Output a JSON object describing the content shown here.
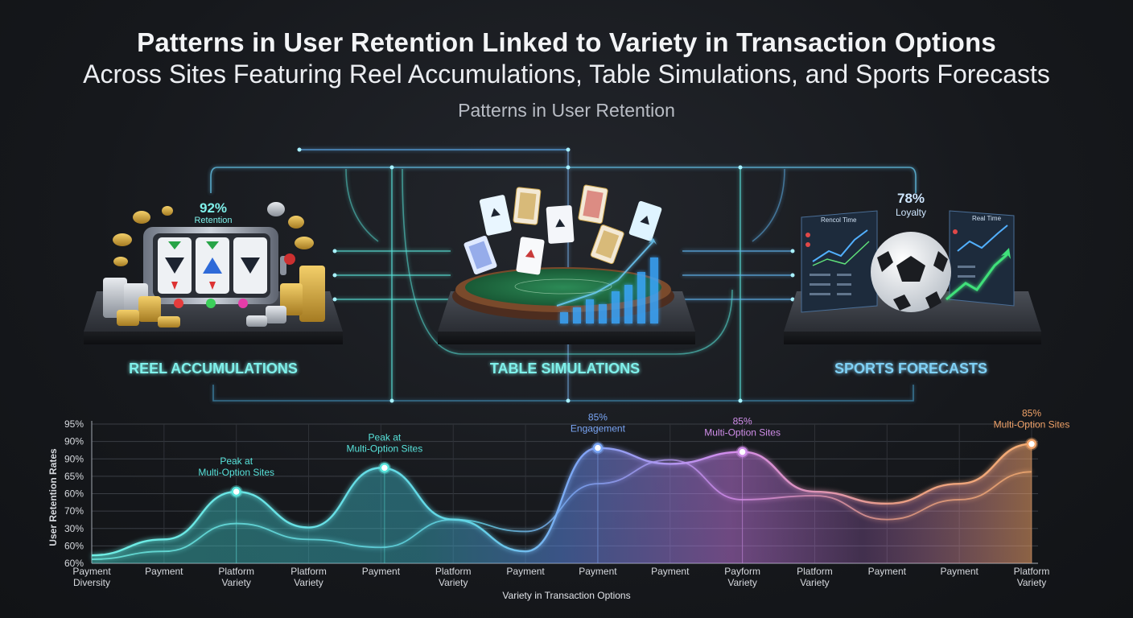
{
  "header": {
    "title": "Patterns in User Retention Linked to Variety in Transaction Options",
    "subtitle": "Across Sites Featuring Reel Accumulations, Table Simulations, and Sports Forecasts",
    "heading": "Patterns in User Retention"
  },
  "categories": [
    {
      "label": "REEL ACCUMULATIONS",
      "stat_value": "92%",
      "stat_label": "Retention",
      "icon": "slot-machine-icon",
      "color": "#7ff0ea"
    },
    {
      "label": "TABLE SIMULATIONS",
      "stat_value": "",
      "stat_label": "",
      "icon": "card-table-icon",
      "color": "#7ff0ea"
    },
    {
      "label": "SPORTS FORECASTS",
      "stat_value": "78%",
      "stat_label": "Loyalty",
      "icon": "soccer-ball-icon",
      "color": "#7fd0f5",
      "panel_titles": [
        "Rencol Time",
        "Real Time"
      ]
    }
  ],
  "colors": {
    "teal": "#58e3db",
    "cyan_glow": "#3fd6e6",
    "blue": "#5f8ff0",
    "purple": "#c77ae6",
    "orange": "#f0a268",
    "axis_text": "#d6d9de"
  },
  "chart_data": {
    "type": "area",
    "ylabel": "User Retention Rates",
    "xlabel": "Variety in Transaction Options",
    "y_tick_labels": [
      "95%",
      "90%",
      "90%",
      "65%",
      "60%",
      "70%",
      "30%",
      "60%",
      "60%"
    ],
    "x_tick_labels": [
      "Payment\nDiversity",
      "Payment",
      "Platform\nVariety",
      "Platform\nVariety",
      "Payment",
      "Platform\nVariety",
      "Payment",
      "Payment",
      "Payment",
      "Payform\nVariety",
      "Platform\nVariety",
      "Payment",
      "Payment",
      "Platform\nVariety"
    ],
    "x": [
      0,
      1,
      2,
      3,
      4,
      5,
      6,
      7,
      8,
      9,
      10,
      11,
      12,
      13
    ],
    "series": [
      {
        "values": [
          62,
          66,
          78,
          69,
          84,
          71,
          63,
          89,
          85,
          88,
          78,
          75,
          80,
          90
        ]
      },
      {
        "values": [
          61,
          63,
          70,
          66,
          64,
          71,
          68,
          80,
          86,
          76,
          77,
          71,
          76,
          83
        ]
      }
    ],
    "annotations": [
      {
        "x": 2,
        "y": 78,
        "text": "Peak at\nMulti-Option Sites",
        "color": "#58e3db"
      },
      {
        "x": 4.05,
        "y": 84,
        "text": "Peak at\nMulti-Option Sites",
        "color": "#58e3db"
      },
      {
        "x": 7,
        "y": 89,
        "text": "85%\nEngagement",
        "color": "#7aa6f5"
      },
      {
        "x": 9,
        "y": 88,
        "text": "85%\nMulti-Option Sites",
        "color": "#d08ee9"
      },
      {
        "x": 13,
        "y": 90,
        "text": "85%\nMulti-Option Sites",
        "color": "#f0a268"
      }
    ],
    "grid": true
  }
}
